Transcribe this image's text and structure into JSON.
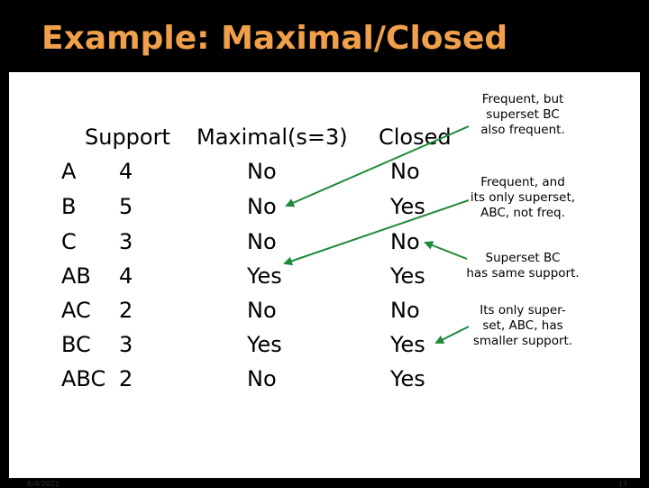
{
  "slide": {
    "title": "Example: Maximal/Closed",
    "footer_date": "8/4/2021",
    "page_number": "17"
  },
  "table": {
    "headers": {
      "support": "Support",
      "maximal": "Maximal(s=3)",
      "closed": "Closed"
    },
    "rows": [
      {
        "itemset": "A",
        "support": "4",
        "maximal": "No",
        "closed": "No"
      },
      {
        "itemset": "B",
        "support": "5",
        "maximal": "No",
        "closed": "Yes"
      },
      {
        "itemset": "C",
        "support": "3",
        "maximal": "No",
        "closed": "No"
      },
      {
        "itemset": "AB",
        "support": "4",
        "maximal": "Yes",
        "closed": "Yes"
      },
      {
        "itemset": "AC",
        "support": "2",
        "maximal": "No",
        "closed": "No"
      },
      {
        "itemset": "BC",
        "support": "3",
        "maximal": "Yes",
        "closed": "Yes"
      },
      {
        "itemset": "ABC",
        "support": "2",
        "maximal": "No",
        "closed": "Yes"
      }
    ]
  },
  "annotations": [
    {
      "lines": [
        "Frequent, but",
        "superset BC",
        "also frequent."
      ]
    },
    {
      "lines": [
        "Frequent, and",
        "its only superset,",
        "ABC, not freq."
      ]
    },
    {
      "lines": [
        "Superset BC",
        "has same support."
      ]
    },
    {
      "lines": [
        "Its only super-",
        "set, ABC, has",
        "smaller support."
      ]
    }
  ],
  "colors": {
    "title": "#f0a04a",
    "arrow": "#1f8a3a",
    "background": "#000000",
    "content": "#ffffff"
  }
}
